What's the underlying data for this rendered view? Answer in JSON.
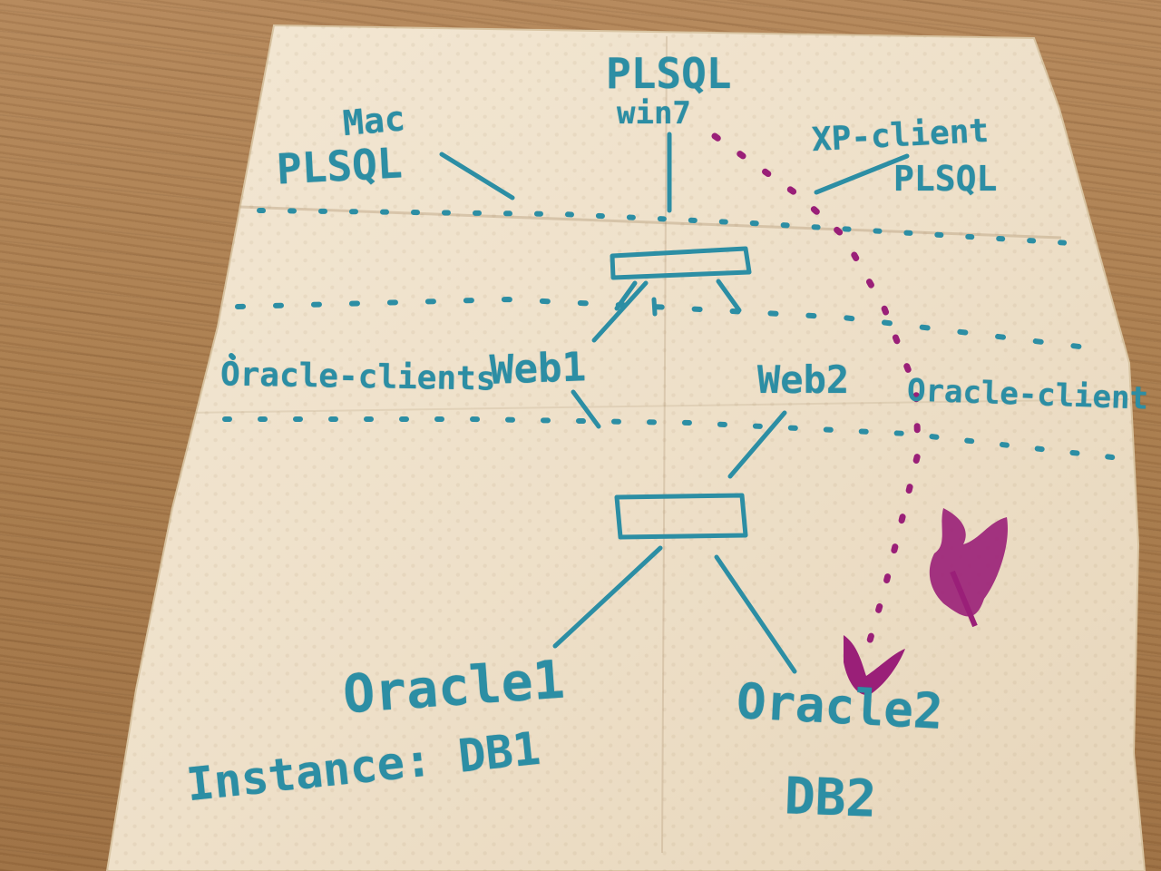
{
  "sketch": {
    "top_nodes": {
      "mac": {
        "line1": "Mac",
        "line2": "PLSQL"
      },
      "win7": {
        "line1": "PLSQL",
        "line2": "win7"
      },
      "xp": {
        "line1": "XP-client",
        "line2": "PLSQL"
      }
    },
    "middle_nodes": {
      "oracle_clients_left": "Oracle-clients",
      "web1": "Web1",
      "web2": "Web2",
      "oracle_clients_right": "Oracle-client"
    },
    "bottom_nodes": {
      "oracle1": "Oracle1",
      "instance_db1": "Instance: DB1",
      "oracle2": "Oracle2",
      "db2": "DB2"
    }
  },
  "colors": {
    "ink_teal": "#2c8ea4",
    "ink_magenta": "#9a1f78",
    "napkin": "#efe3cf",
    "table_wood": "#a97c4d"
  }
}
